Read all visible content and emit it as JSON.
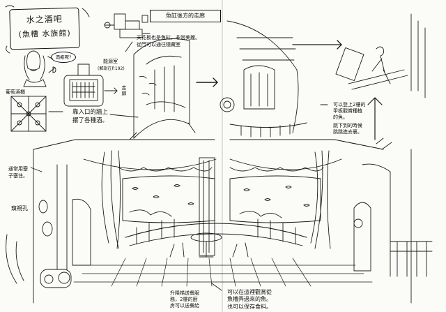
{
  "title": {
    "line1": "水之酒吧",
    "line2": "(魚槽 水族館)"
  },
  "notes": {
    "fish_tank_corridor": "魚缸後方的走廊",
    "ceiling_note_1": "天花板也是魚缸，非常美麗。",
    "ceiling_note_2": "從門可以通往隱藏室",
    "energy_room": "能源室",
    "energy_room_ref": "(解說在P.192)",
    "corridor": "走廊",
    "speech_bubble": "酒瓶呢?",
    "wine_shelf": "葡萄酒櫃",
    "entrance_wall": "靠入口的牆上",
    "entrance_wall_2": "擺了各種酒。",
    "cork_note_1": "通常用塞",
    "cork_note_2": "子塞住。",
    "peephole": "窺視孔",
    "deck_note_1": "可以登上2樓的",
    "deck_note_2": "甲板觀賞種植",
    "deck_note_3": "的魚。",
    "deck_note_4": "跳下到的時候",
    "deck_note_5": "跳跳進去裏。",
    "elevator_note_1": "升降梯送餐服",
    "elevator_note_2": "務，2樓的廚",
    "elevator_note_3": "房可以送餐給",
    "bottom_note_1": "可以在這裡觀賞從",
    "bottom_note_2": "魚槽弄過來的魚。",
    "bottom_note_3": "也可以保存食料。"
  }
}
